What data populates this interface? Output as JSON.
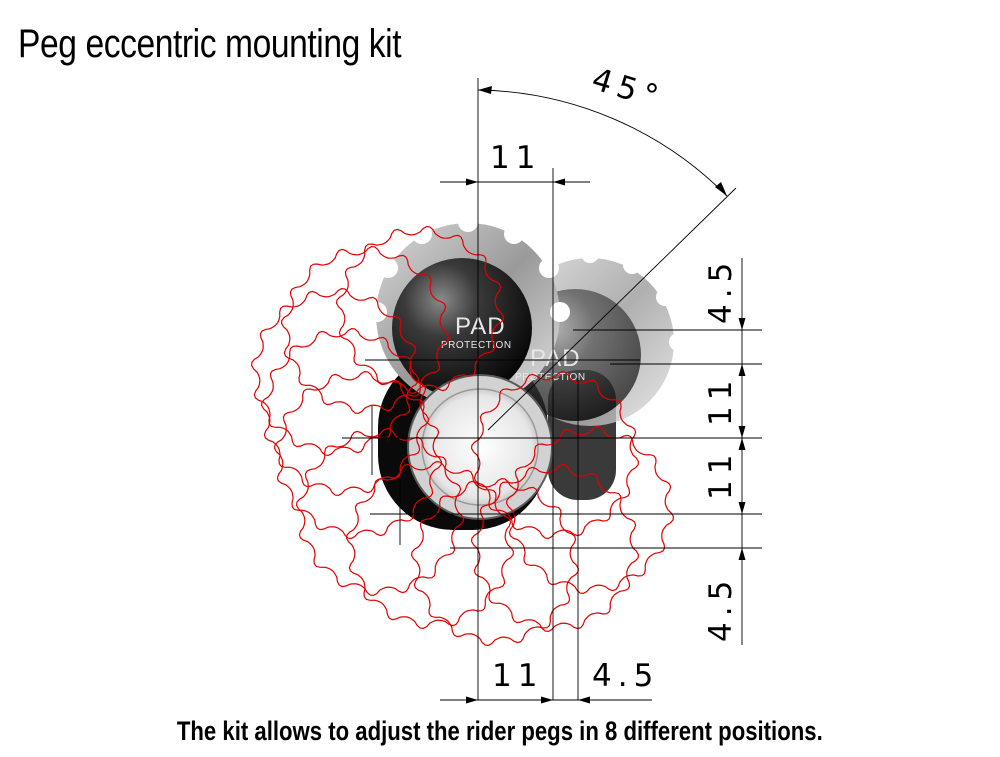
{
  "title": "Peg eccentric mounting kit",
  "caption": "The kit allows to adjust the rider pegs in 8 different positions.",
  "dimensions": {
    "angle": "45°",
    "top_width": "11",
    "bottom_width_left": "11",
    "bottom_width_right": "4.5",
    "right_top": "4.5",
    "right_mid_upper": "11",
    "right_mid_lower": "11",
    "right_bottom": "4.5"
  },
  "logos": [
    {
      "main": "PAD",
      "sub": "PROTECTION"
    },
    {
      "main": "PAD",
      "sub": "PROTECTION"
    }
  ],
  "colors": {
    "outline": "#e00000",
    "line": "#000000"
  }
}
